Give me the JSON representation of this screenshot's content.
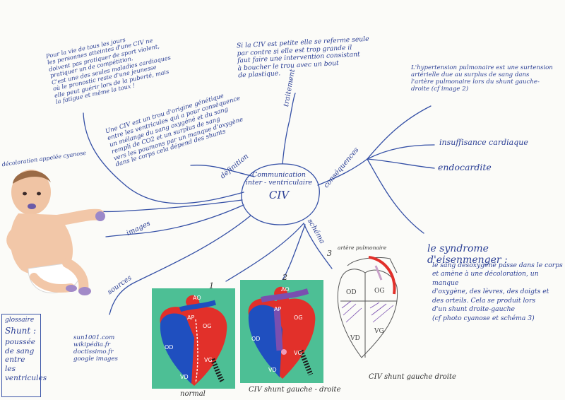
{
  "center": {
    "line1": "Communication",
    "line2": "inter - ventriculaire",
    "abbr": "CIV"
  },
  "branch_labels": {
    "traitement": "traitement",
    "definition": "définition",
    "consequences": "conséquences",
    "images": "images",
    "sources": "sources",
    "schema": "schéma"
  },
  "notes": {
    "top_left": "Pour la vie de tous les jours\nles personnes atteintes d'une CIV ne\ndoivent pas pratiquer de sport violent,\npratiquer un de compétition.\nC'est une des seules maladies cardiaques\noù le pronostic reste d'une jeunesse\nelle peut guérir lors de la puberté, mais\nla fatigue et même la toux !",
    "definition": "Une CIV est un trou d'origine génétique\nentre les ventricules qui a pour conséquence\nun mélange du sang oxygéné et du sang\nrempli de CO2 et un surplus de sang\nvers les poumons par un manque d'oxygène\ndans le corps cela dépend des shunts",
    "traitement": "Si la CIV est petite elle se referme seule\npar contre si elle est trop grande il\nfaut faire une intervention consistant\nà boucher le trou avec un bout\nde plastique.",
    "hypertension": "L'hypertension pulmonaire est une surtension\nartérielle due au surplus de sang dans\nl'artère pulmonaire lors du shunt gauche-\ndroite (cf image 2)",
    "insuffisance": "insuffisance cardiaque",
    "endocardite": "endocardite",
    "eisenmenger_title": "le syndrome d'eisenmenger :",
    "eisenmenger_body": "le sang désoxygéné passe dans le corps\net amène à une décoloration, un manque\nd'oxygène, des lèvres, des doigts et\ndes orteils. Cela se produit lors\nd'un shunt droite-gauche\n(cf photo cyanose et schéma 3)",
    "photo_caption": "décoloration appelée cyanose",
    "sources": "sun1001.com\nwikipédia.fr\ndoctissimo.fr\ngoogle images"
  },
  "glossary": {
    "title": "glossaire",
    "term": "Shunt :",
    "definition": "poussée\nde sang\nentre les\nventricules"
  },
  "figures": {
    "fig1_number": "1",
    "fig1_caption": "normal",
    "fig2_number": "2",
    "fig2_caption": "CIV shunt gauche - droite",
    "fig3_number": "3",
    "fig3_top": "artère pulmonaire",
    "fig3_caption": "CIV shunt gauche droite",
    "labels": {
      "ao": "AO",
      "ap": "AP",
      "od": "OD",
      "og": "OG",
      "vd": "VD",
      "vg": "VG"
    }
  },
  "colors": {
    "ink": "#2b3f95",
    "card_bg": "#4dbf95",
    "red": "#e2302a",
    "blue": "#1f4fbf",
    "purple": "#7a4fb0",
    "skin": "#f2c7a8"
  }
}
